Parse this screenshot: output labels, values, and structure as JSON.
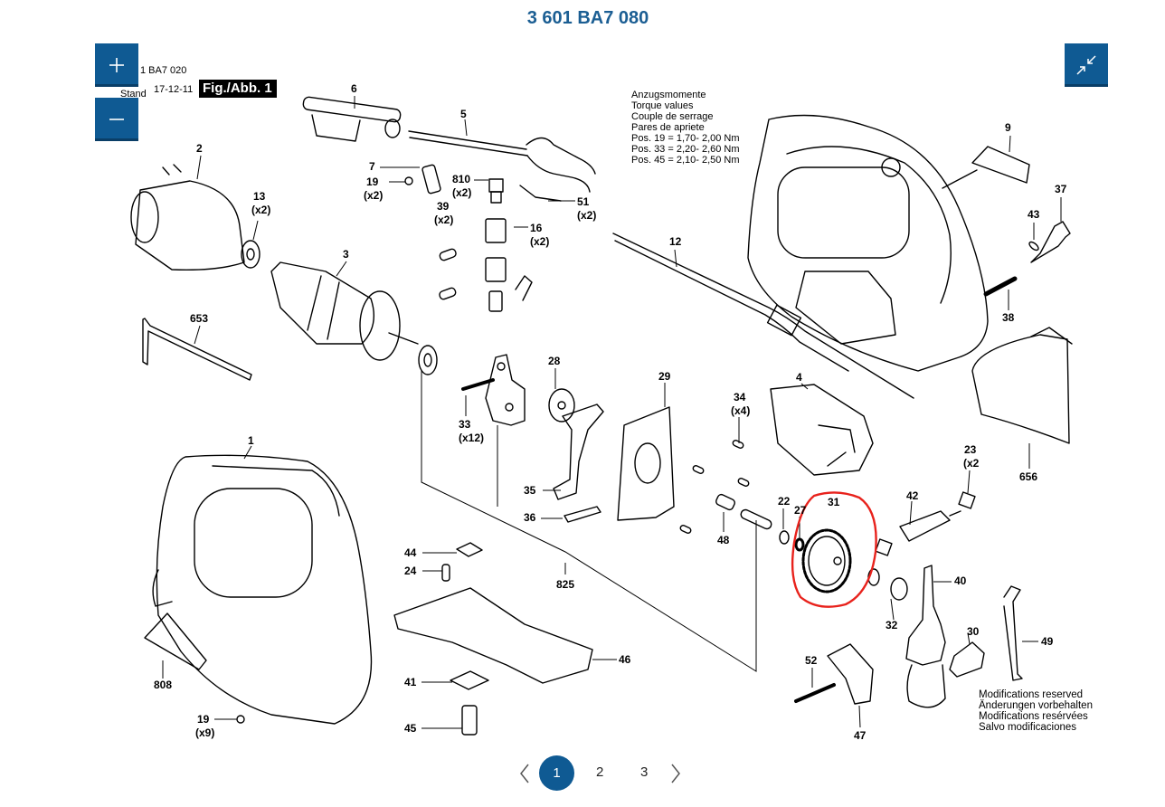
{
  "page": {
    "title": "3 601 BA7 080"
  },
  "zoom": {
    "in_icon": "plus-icon",
    "out_icon": "minus-icon",
    "collapse_icon": "collapse-icon"
  },
  "figure_meta": {
    "line1": "1 BA7 020",
    "line2": "Stand",
    "date": "17-12-11",
    "badge": "Fig./Abb. 1"
  },
  "torque": {
    "lines": [
      "Anzugsmomente",
      "Torque values",
      "Couple de serrage",
      "Pares de apriete",
      "Pos. 19 = 1,70- 2,00 Nm",
      "Pos. 33 = 2,20- 2,60 Nm",
      "Pos. 45 = 2,10- 2,50 Nm"
    ]
  },
  "notes": {
    "lines": [
      "Modifications reserved",
      "Änderungen vorbehalten",
      "Modifications resérvées",
      "Salvo modificaciones"
    ]
  },
  "parts": {
    "p1": "1",
    "p2": "2",
    "p3": "3",
    "p4": "4",
    "p5": "5",
    "p6": "6",
    "p7": "7",
    "p9": "9",
    "p12": "12",
    "p13": "13",
    "p13x": "(x2)",
    "p16": "16",
    "p16x": "(x2)",
    "p19a": "19",
    "p19ax": "(x2)",
    "p19b": "19",
    "p19bx": "(x9)",
    "p22": "22",
    "p23": "23",
    "p23x": "(x2",
    "p24": "24",
    "p27": "27",
    "p28": "28",
    "p29": "29",
    "p30": "30",
    "p31": "31",
    "p32": "32",
    "p33": "33",
    "p33x": "(x12)",
    "p34": "34",
    "p34x": "(x4)",
    "p35": "35",
    "p36": "36",
    "p37": "37",
    "p38": "38",
    "p39": "39",
    "p39x": "(x2)",
    "p40": "40",
    "p41": "41",
    "p42": "42",
    "p43": "43",
    "p44": "44",
    "p45": "45",
    "p46": "46",
    "p47": "47",
    "p48": "48",
    "p49": "49",
    "p51": "51",
    "p51x": "(x2)",
    "p52": "52",
    "p653": "653",
    "p656": "656",
    "p808": "808",
    "p810": "810",
    "p810x": "(x2)",
    "p825": "825"
  },
  "highlight": {
    "part": "31",
    "color": "#e8221c"
  },
  "pagination": {
    "prev_icon": "chevron-left-icon",
    "next_icon": "chevron-right-icon",
    "pages": [
      "1",
      "2",
      "3"
    ],
    "current": "1"
  }
}
